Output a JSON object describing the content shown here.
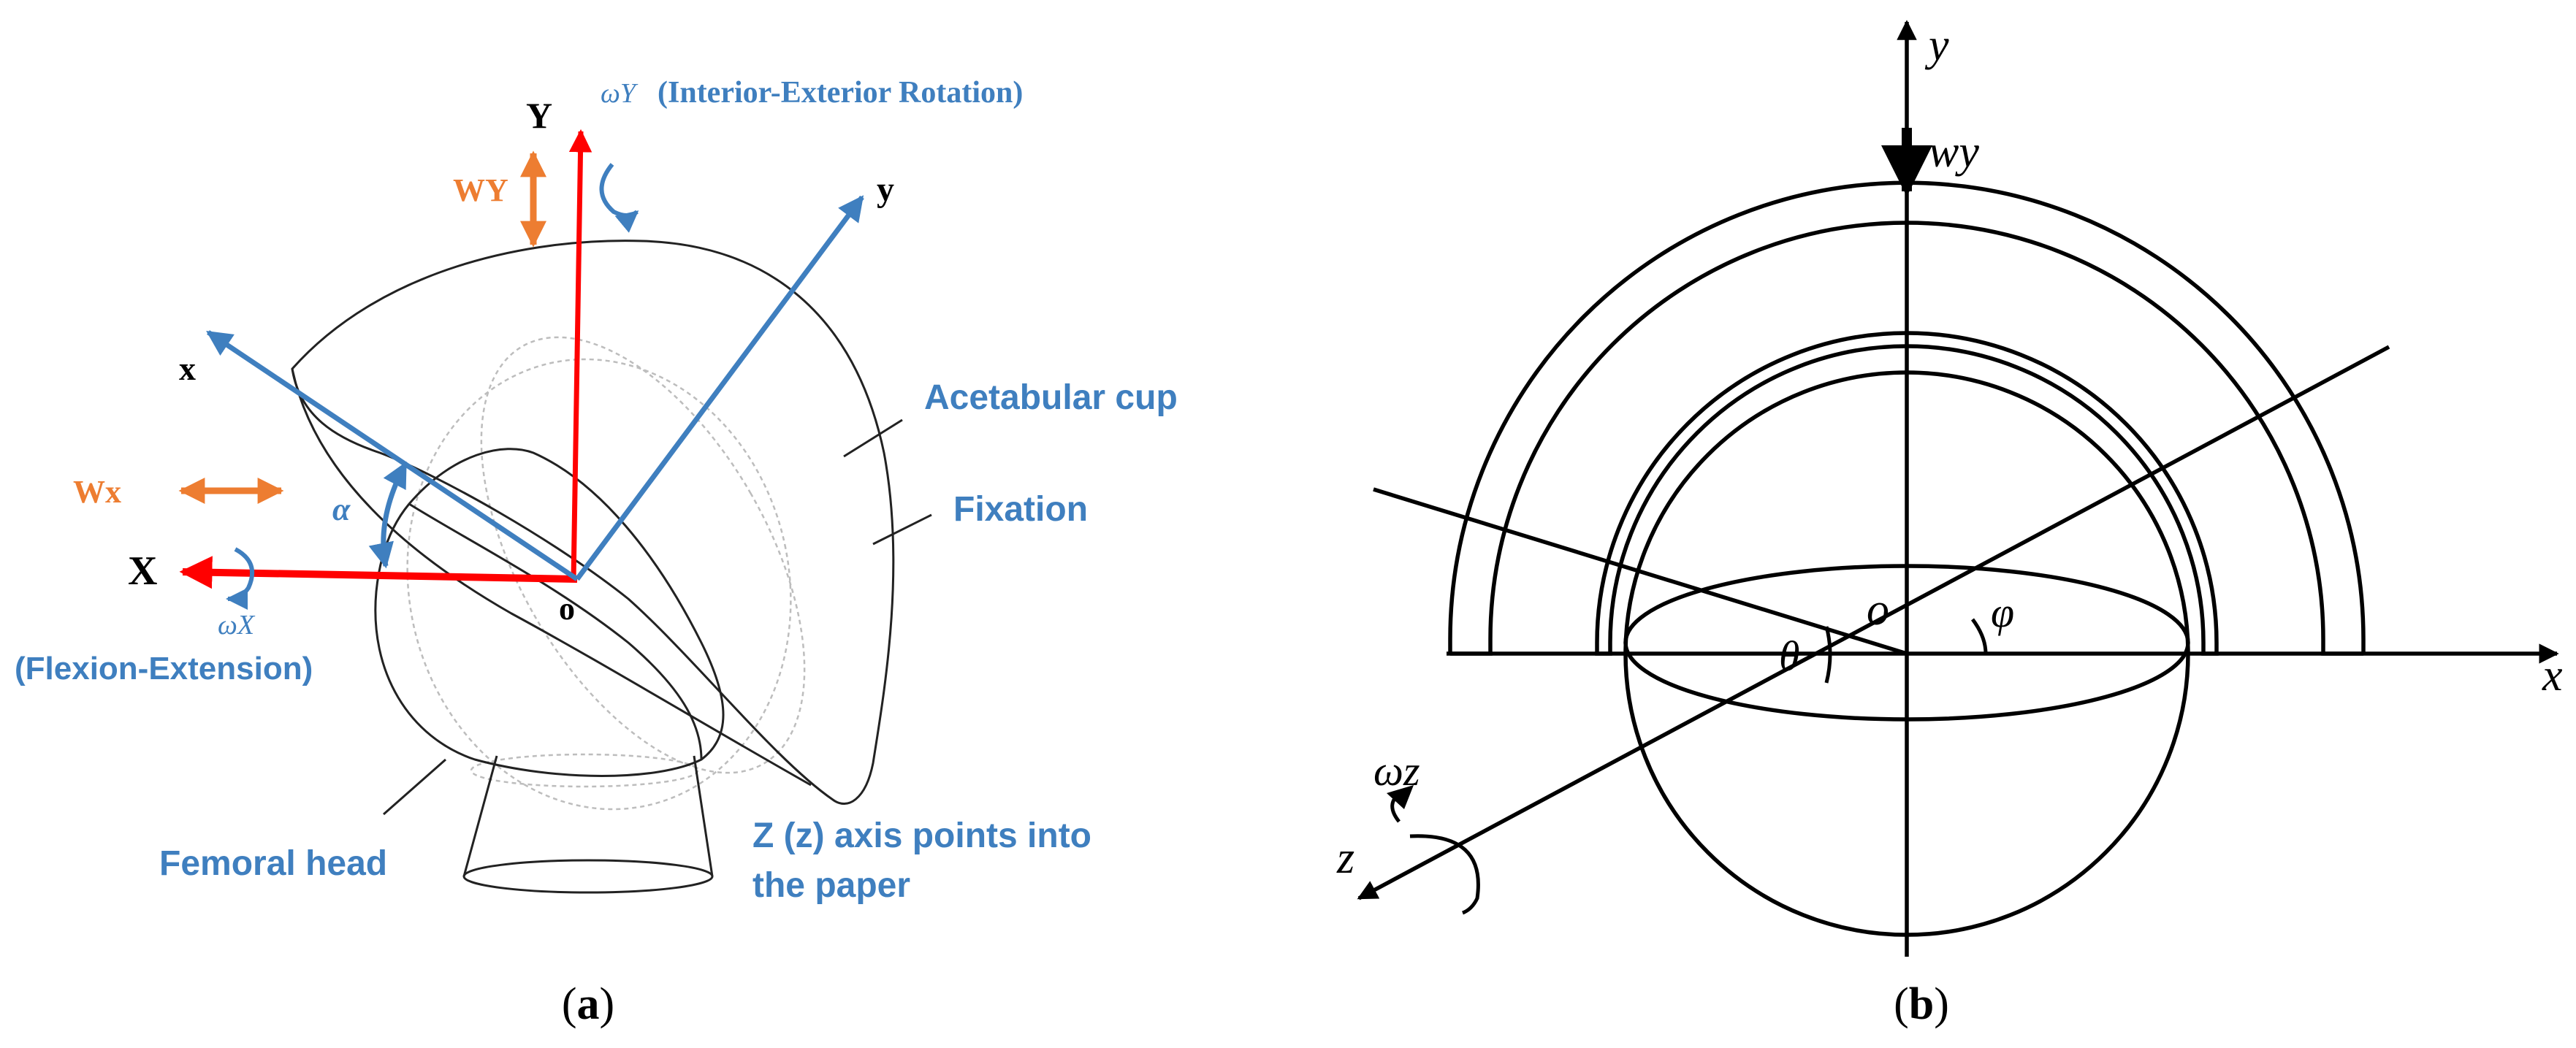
{
  "panel_a": {
    "caption_open": "(",
    "caption_letter": "a",
    "caption_close": ")",
    "label_Y": "Y",
    "label_X": "X",
    "label_y": "y",
    "label_x": "x",
    "label_o": "o",
    "label_alpha": "α",
    "omega_Y": "ωY",
    "omega_Y_desc": "(Interior-Exterior Rotation)",
    "w_Y": "WY",
    "w_X": "Wx",
    "omega_X": "ωX",
    "omega_X_desc": "(Flexion-Extension)",
    "acetabular_cup": "Acetabular cup",
    "fixation": "Fixation",
    "femoral_head": "Femoral head",
    "z_axis_line1": "Z (z) axis points into",
    "z_axis_line2": "the paper",
    "colors": {
      "blue": "#3f7fbf",
      "red": "#ff0000",
      "orange": "#ed7d31"
    }
  },
  "panel_b": {
    "caption_open": "(",
    "caption_letter": "b",
    "caption_close": ")",
    "label_y": "y",
    "label_x": "x",
    "label_z": "z",
    "label_o": "o",
    "label_theta": "θ",
    "label_phi": "φ",
    "w_y": "wy",
    "omega_z": "ωz"
  }
}
